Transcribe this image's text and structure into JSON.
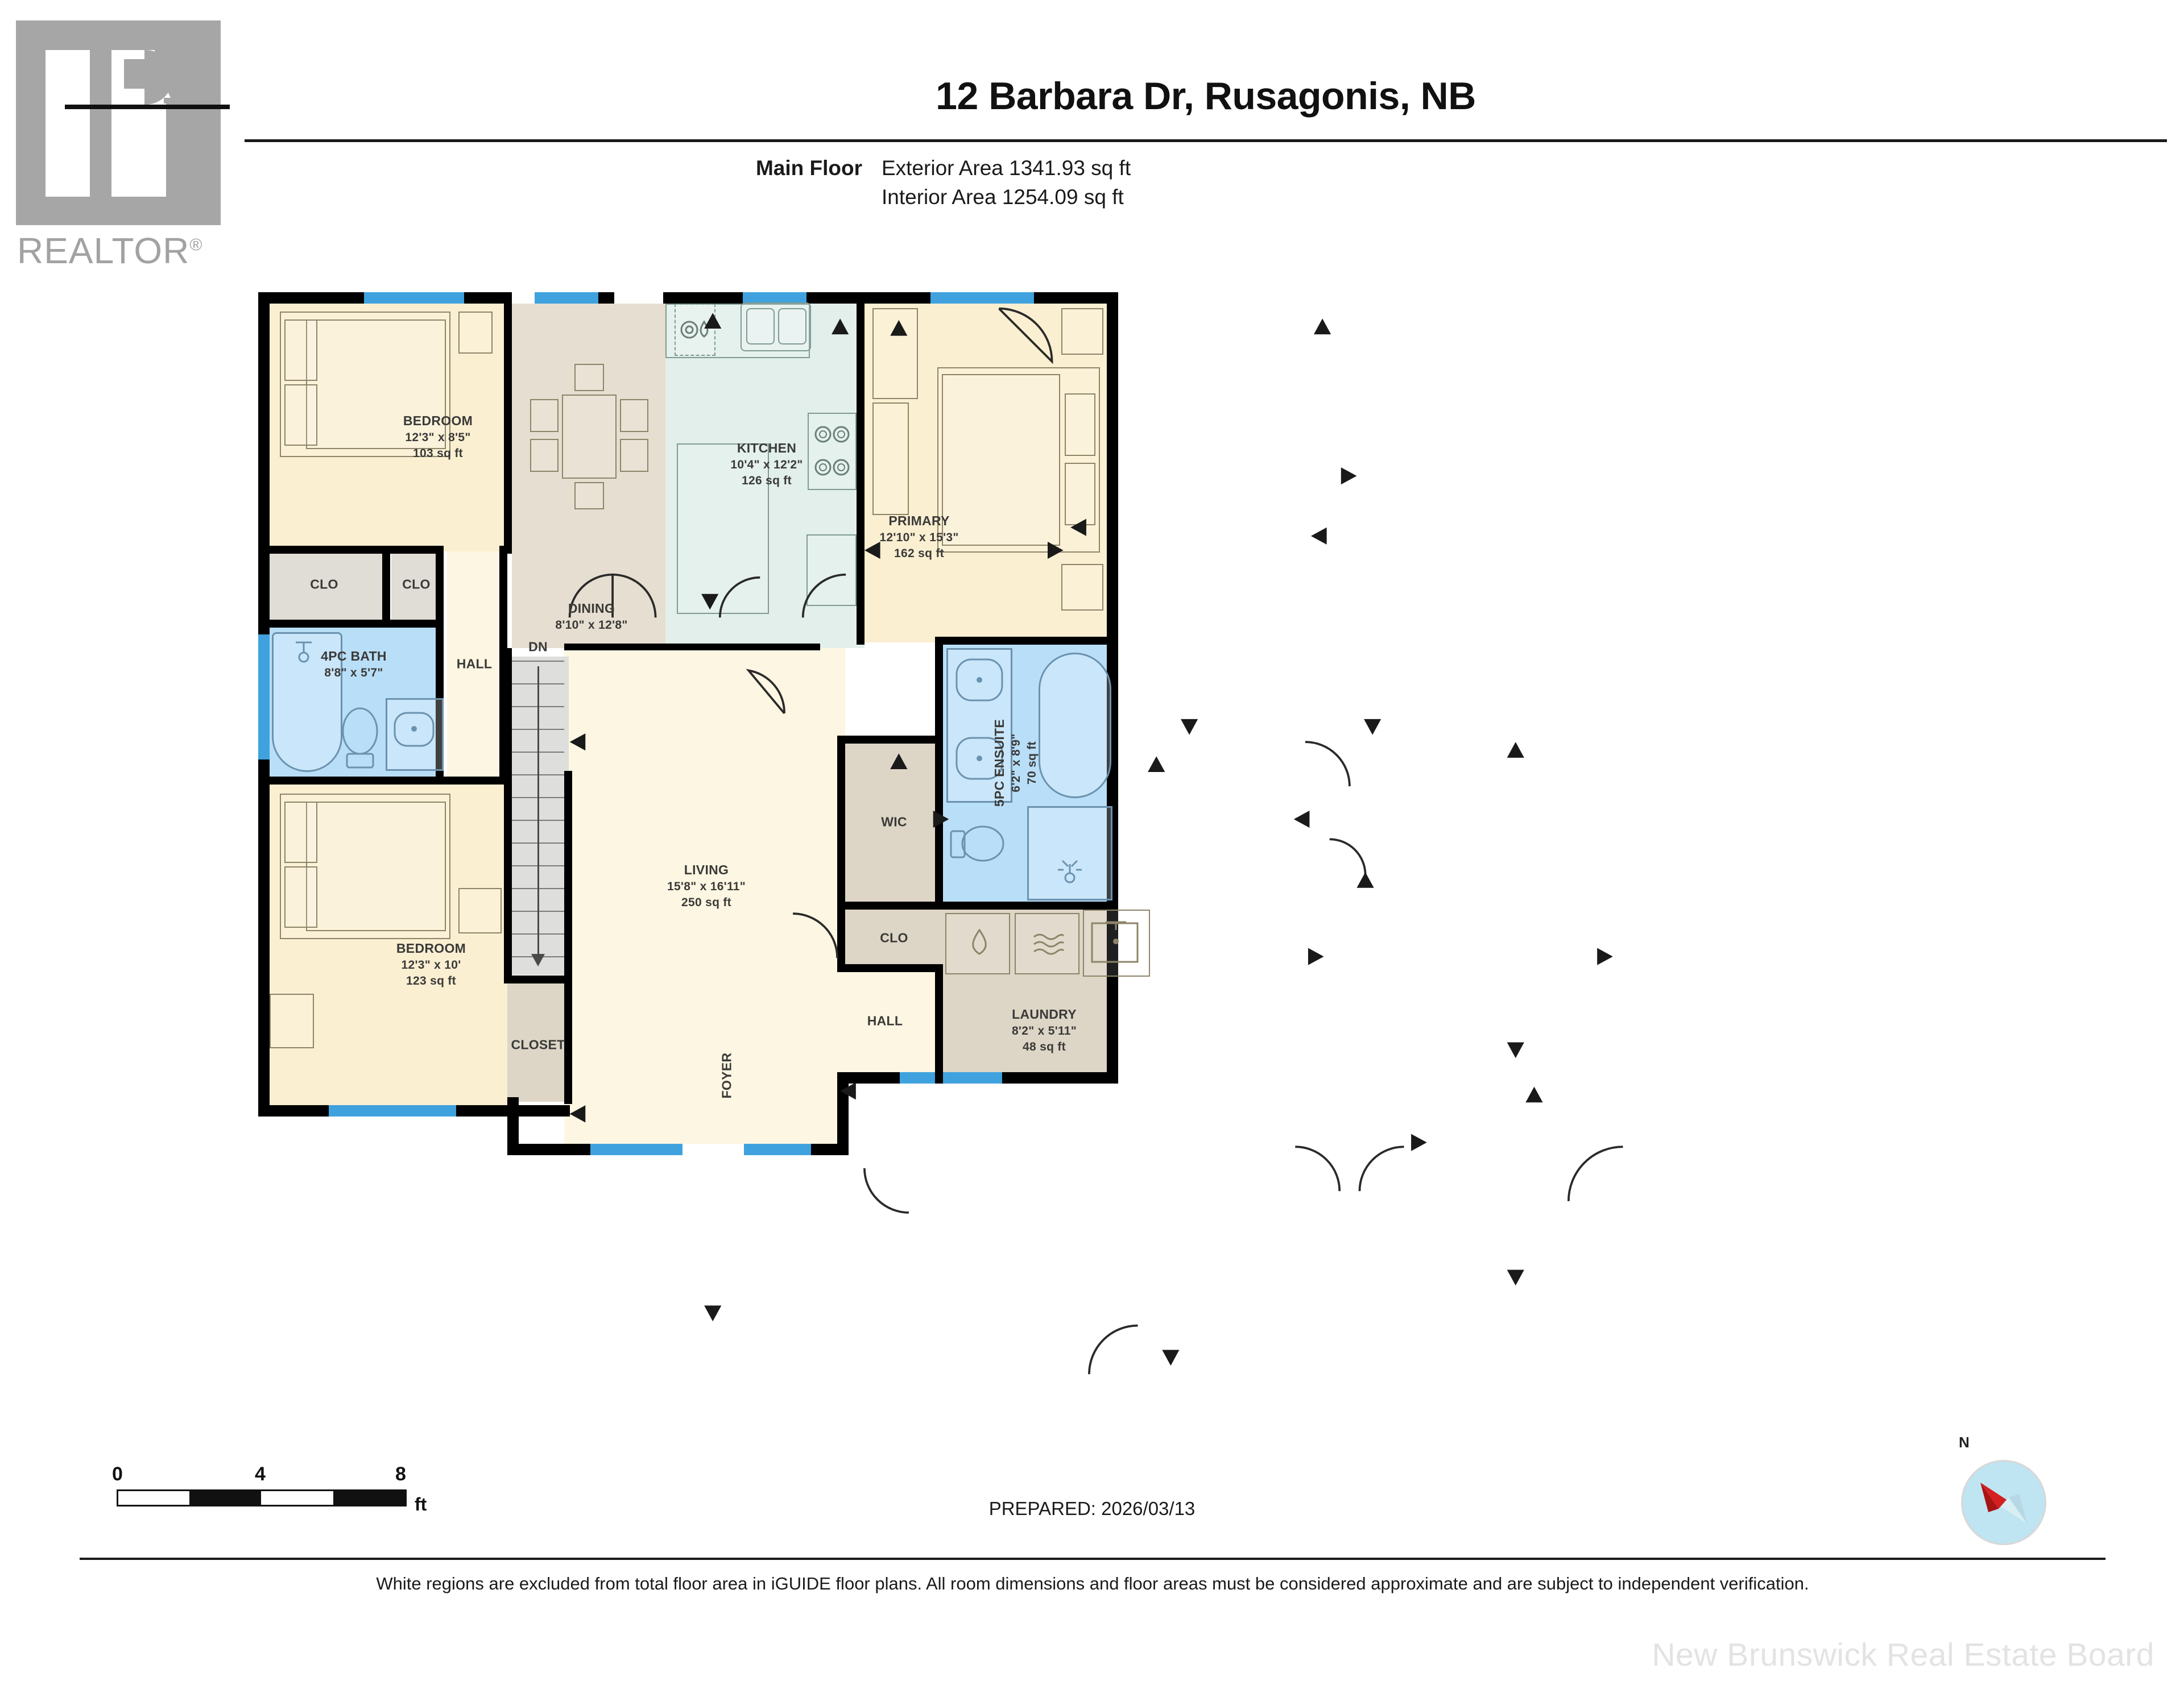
{
  "header": {
    "title": "12 Barbara Dr, Rusagonis, NB",
    "floor_label": "Main Floor",
    "exterior_area": "Exterior Area 1341.93 sq ft",
    "interior_area": "Interior Area 1254.09 sq ft",
    "logo_text": "REALTOR",
    "logo_reg": "®"
  },
  "footer": {
    "prepared": "PREPARED: 2026/03/13",
    "disclaimer": "White regions are excluded from total floor area in iGUIDE floor plans. All room dimensions and floor areas must be considered approximate and are subject to independent verification.",
    "watermark": "New Brunswick Real Estate Board",
    "scale": {
      "zero": "0",
      "mid": "4",
      "max": "8",
      "unit": "ft"
    },
    "compass_label": "N"
  },
  "rooms": {
    "bedroom_top": {
      "name": "BEDROOM",
      "dims": "12'3\" x 8'5\"",
      "area": "103 sq ft"
    },
    "bedroom_bot": {
      "name": "BEDROOM",
      "dims": "12'3\" x 10'",
      "area": "123 sq ft"
    },
    "bath4pc": {
      "name": "4PC BATH",
      "dims": "8'8\" x 5'7\"",
      "area": ""
    },
    "dining": {
      "name": "DINING",
      "dims": "8'10\" x 12'8\"",
      "area": ""
    },
    "kitchen": {
      "name": "KITCHEN",
      "dims": "10'4\" x 12'2\"",
      "area": "126 sq ft"
    },
    "primary": {
      "name": "PRIMARY",
      "dims": "12'10\" x 15'3\"",
      "area": "162 sq ft"
    },
    "ensuite": {
      "name": "5PC ENSUITE",
      "dims": "6'2\" x 8'9\"",
      "area": "70 sq ft"
    },
    "living": {
      "name": "LIVING",
      "dims": "15'8\" x 16'11\"",
      "area": "250 sq ft"
    },
    "laundry": {
      "name": "LAUNDRY",
      "dims": "8'2\" x 5'11\"",
      "area": "48 sq ft"
    },
    "foyer": {
      "name": "FOYER",
      "dims": "",
      "area": ""
    },
    "hall_left": {
      "name": "HALL",
      "dims": "",
      "area": ""
    },
    "hall_right": {
      "name": "HALL",
      "dims": "",
      "area": ""
    },
    "closet_stair": {
      "name": "CLOSET",
      "dims": "",
      "area": ""
    },
    "clo_1": {
      "name": "CLO",
      "dims": "",
      "area": ""
    },
    "clo_2": {
      "name": "CLO",
      "dims": "",
      "area": ""
    },
    "clo_3": {
      "name": "CLO",
      "dims": "",
      "area": ""
    },
    "wic": {
      "name": "WIC",
      "dims": "",
      "area": ""
    },
    "stairs": {
      "name": "DN",
      "dims": "",
      "area": ""
    }
  },
  "colors": {
    "bedroom": "#fbefd2",
    "living": "#fdf6e2",
    "bath": "#b9deF8",
    "kitchen": "#e2efeb",
    "dining": "#e6ded0",
    "closet": "#e0dcd6",
    "wall": "#000000",
    "window": "#3fa2de",
    "accent_logo": "#a6a6a6"
  }
}
